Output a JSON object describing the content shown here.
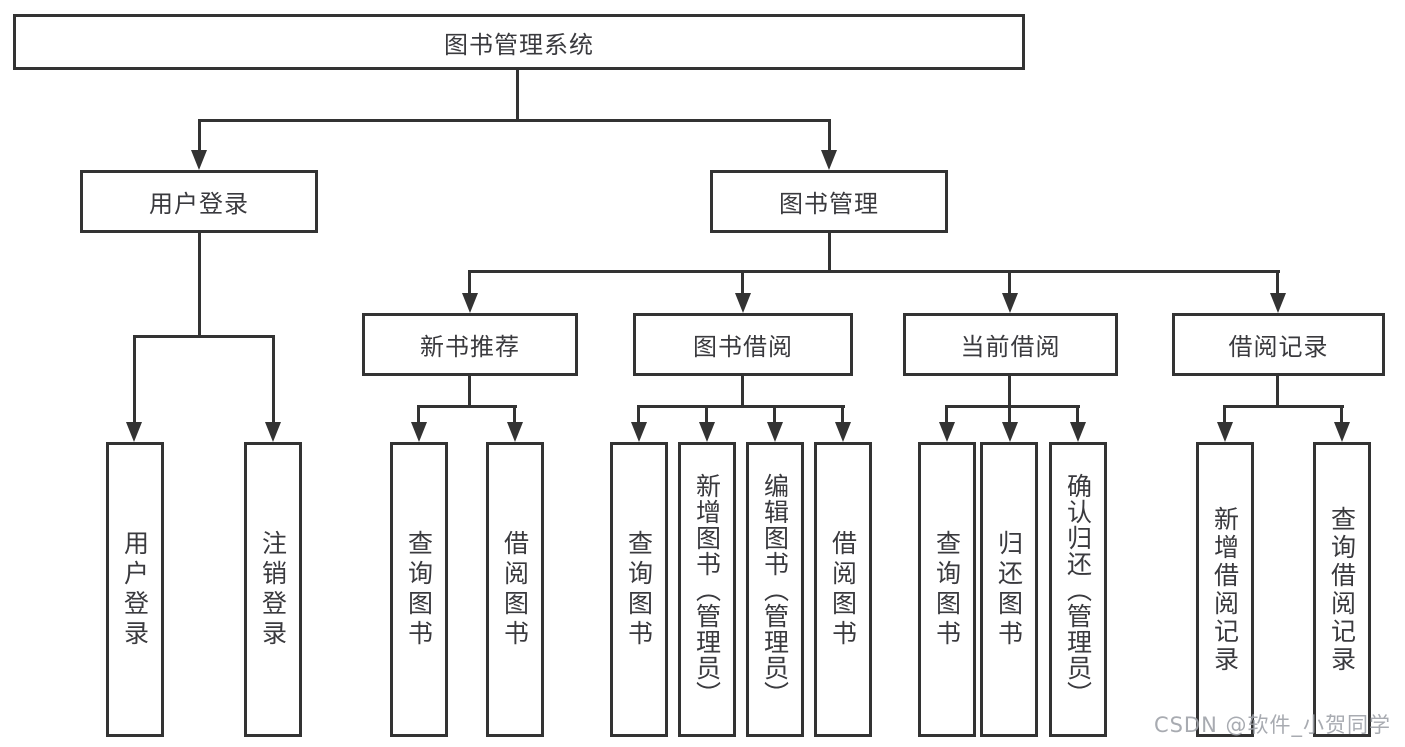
{
  "diagram": {
    "title": "图书管理系统",
    "nodes": {
      "root": "图书管理系统",
      "level2": [
        "用户登录",
        "图书管理"
      ],
      "level3": [
        "新书推荐",
        "图书借阅",
        "当前借阅",
        "借阅记录"
      ],
      "leaves": [
        "用户登录",
        "注销登录",
        "查询图书",
        "借阅图书",
        "查询图书",
        "新增图书（管理员）",
        "编辑图书（管理员）",
        "借阅图书",
        "查询图书",
        "归还图书",
        "确认归还（管理员）",
        "新增借阅记录",
        "查询借阅记录"
      ]
    },
    "colors": {
      "line": "#333333",
      "text": "#3a3a3e",
      "background": "#ffffff",
      "watermark": "#9ea2a8"
    },
    "watermark": "CSDN @软件_小贺同学"
  }
}
